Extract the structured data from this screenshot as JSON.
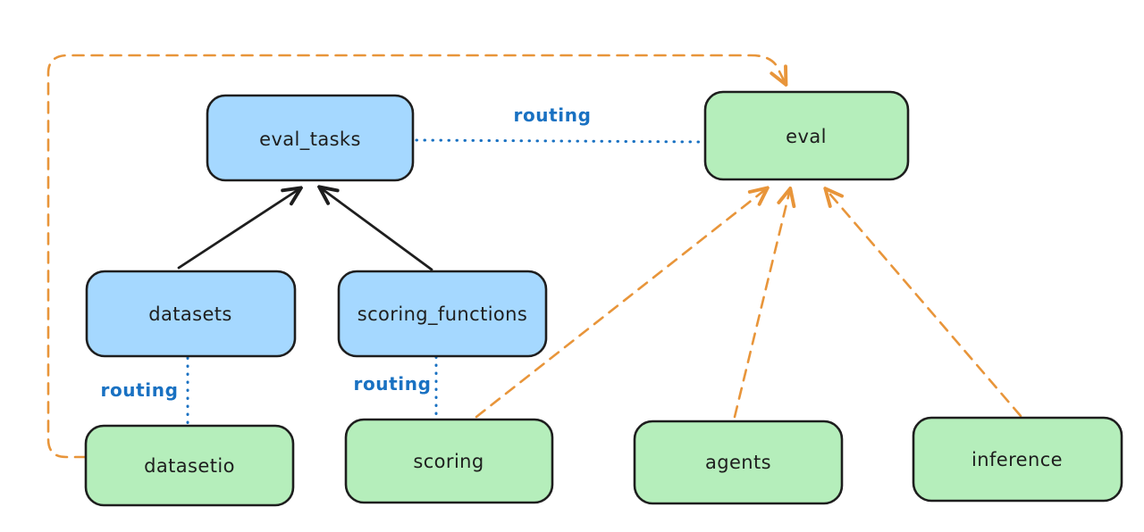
{
  "colors": {
    "background": "#ffffff",
    "ink": "#1e1e1e",
    "blue-fill": "#a5d8ff",
    "green-fill": "#b5eebb",
    "routing-blue": "#1971c2",
    "orange": "#e8953a"
  },
  "nodes": [
    {
      "id": "eval_tasks",
      "label": "eval_tasks",
      "kind": "blue"
    },
    {
      "id": "eval",
      "label": "eval",
      "kind": "green"
    },
    {
      "id": "datasets",
      "label": "datasets",
      "kind": "blue"
    },
    {
      "id": "scoring_functions",
      "label": "scoring_functions",
      "kind": "blue"
    },
    {
      "id": "datasetio",
      "label": "datasetio",
      "kind": "green"
    },
    {
      "id": "scoring",
      "label": "scoring",
      "kind": "green"
    },
    {
      "id": "agents",
      "label": "agents",
      "kind": "green"
    },
    {
      "id": "inference",
      "label": "inference",
      "kind": "green"
    }
  ],
  "edges": [
    {
      "from": "datasets",
      "to": "eval_tasks",
      "style": "solid-arrow",
      "color": "ink"
    },
    {
      "from": "scoring_functions",
      "to": "eval_tasks",
      "style": "solid-arrow",
      "color": "ink"
    },
    {
      "from": "eval_tasks",
      "to": "eval",
      "style": "dotted",
      "color": "routing-blue",
      "label": "routing"
    },
    {
      "from": "datasets",
      "to": "datasetio",
      "style": "dotted",
      "color": "routing-blue",
      "label": "routing"
    },
    {
      "from": "scoring_functions",
      "to": "scoring",
      "style": "dotted",
      "color": "routing-blue",
      "label": "routing"
    },
    {
      "from": "datasetio",
      "to": "eval",
      "style": "dashed-arrow",
      "color": "orange"
    },
    {
      "from": "scoring",
      "to": "eval",
      "style": "dashed-arrow",
      "color": "orange"
    },
    {
      "from": "agents",
      "to": "eval",
      "style": "dashed-arrow",
      "color": "orange"
    },
    {
      "from": "inference",
      "to": "eval",
      "style": "dashed-arrow",
      "color": "orange"
    }
  ]
}
